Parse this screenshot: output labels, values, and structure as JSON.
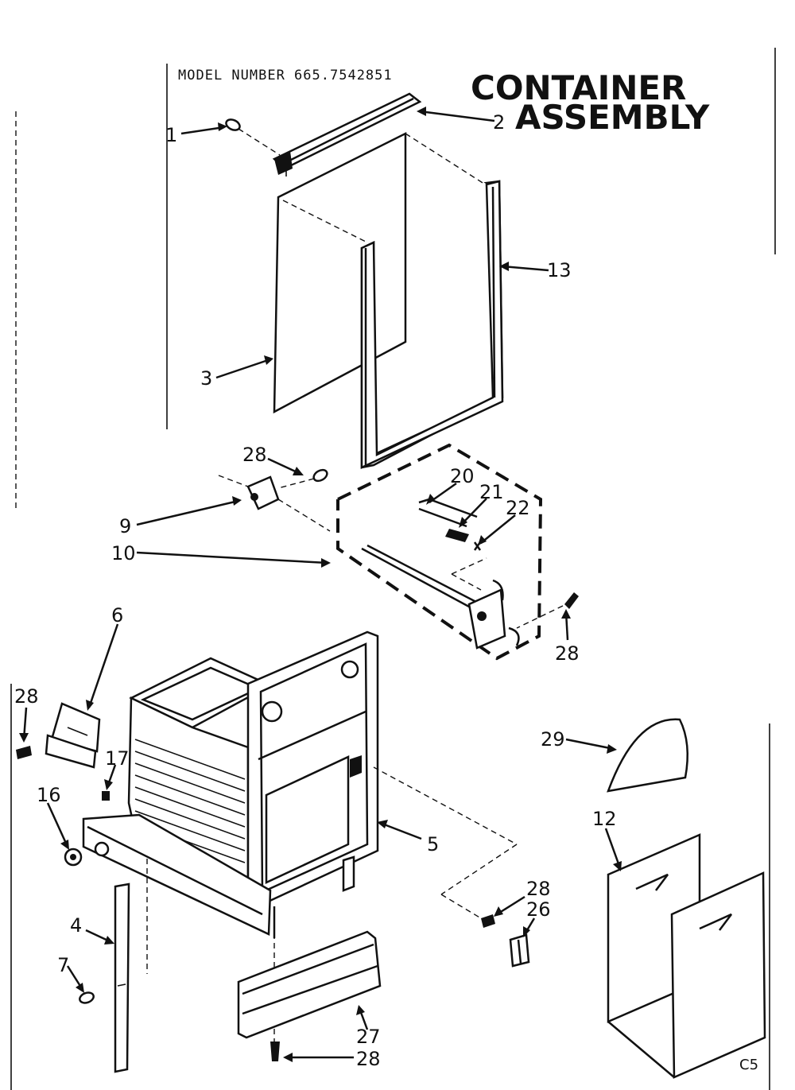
{
  "header": {
    "model_number": "MODEL NUMBER 665.7542851",
    "title_line1": "CONTAINER",
    "title_line2": "ASSEMBLY"
  },
  "callouts": [
    "1",
    "2",
    "13",
    "3",
    "28",
    "20",
    "21",
    "22",
    "9",
    "10",
    "28",
    "6",
    "28",
    "17",
    "16",
    "5",
    "28",
    "26",
    "4",
    "7",
    "27",
    "28",
    "29",
    "12"
  ],
  "corner_code": "C5"
}
